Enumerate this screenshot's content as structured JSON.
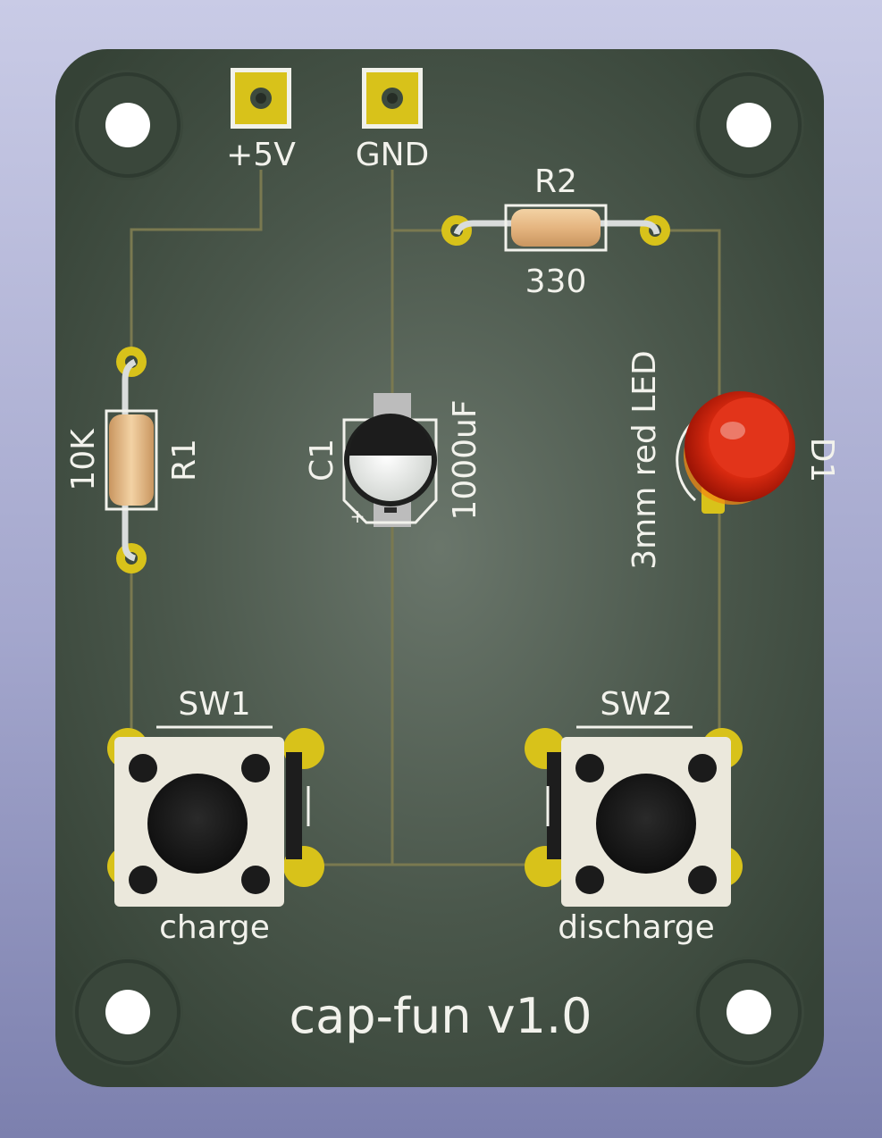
{
  "board": {
    "title": "cap-fun v1.0",
    "colors": {
      "soldermask": "#414f43",
      "copper_trace": "#7a7950",
      "silkscreen": "#f2f2ec",
      "pad_gold": "#d8c21a",
      "resistor_body": "#e8be8c",
      "led_red": "#d92a10",
      "button_body": "#ebe8dc"
    }
  },
  "connectors": {
    "vcc_label": "+5V",
    "gnd_label": "GND"
  },
  "r1": {
    "ref": "R1",
    "value": "10K"
  },
  "r2": {
    "ref": "R2",
    "value": "330"
  },
  "c1": {
    "ref": "C1",
    "value": "1000uF",
    "polarity_mark": "+"
  },
  "d1": {
    "ref": "D1",
    "value": "3mm red LED"
  },
  "sw1": {
    "ref": "SW1",
    "label": "charge"
  },
  "sw2": {
    "ref": "SW2",
    "label": "discharge"
  },
  "icons": [
    "mounting-hole-icon",
    "pad-icon",
    "resistor-icon",
    "capacitor-icon",
    "led-icon",
    "tactile-switch-icon"
  ]
}
